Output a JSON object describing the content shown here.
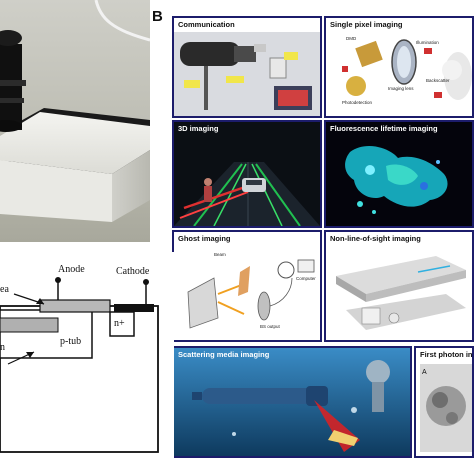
{
  "panel_b": {
    "label": "B",
    "tiles": [
      {
        "title": "Communication"
      },
      {
        "title": "Single pixel imaging"
      },
      {
        "title": "3D imaging"
      },
      {
        "title": "Fluorescence lifetime imaging"
      },
      {
        "title": "Ghost imaging"
      },
      {
        "title": "Non-line-of-sight imaging"
      },
      {
        "title": "Scattering media imaging"
      },
      {
        "title": "First photon in"
      }
    ],
    "single_pixel_labels": [
      "DMD",
      "Illumination",
      "Imaging lens",
      "Backscatter",
      "Photodetection"
    ],
    "ghost_labels": [
      "Beam",
      "Computer",
      "BS output"
    ]
  },
  "diagram": {
    "anode": "Anode",
    "cathode": "Cathode",
    "area_fragment": "ea",
    "p_tub": "p-tub",
    "n_plus": "n+",
    "n_fragment": "n"
  }
}
